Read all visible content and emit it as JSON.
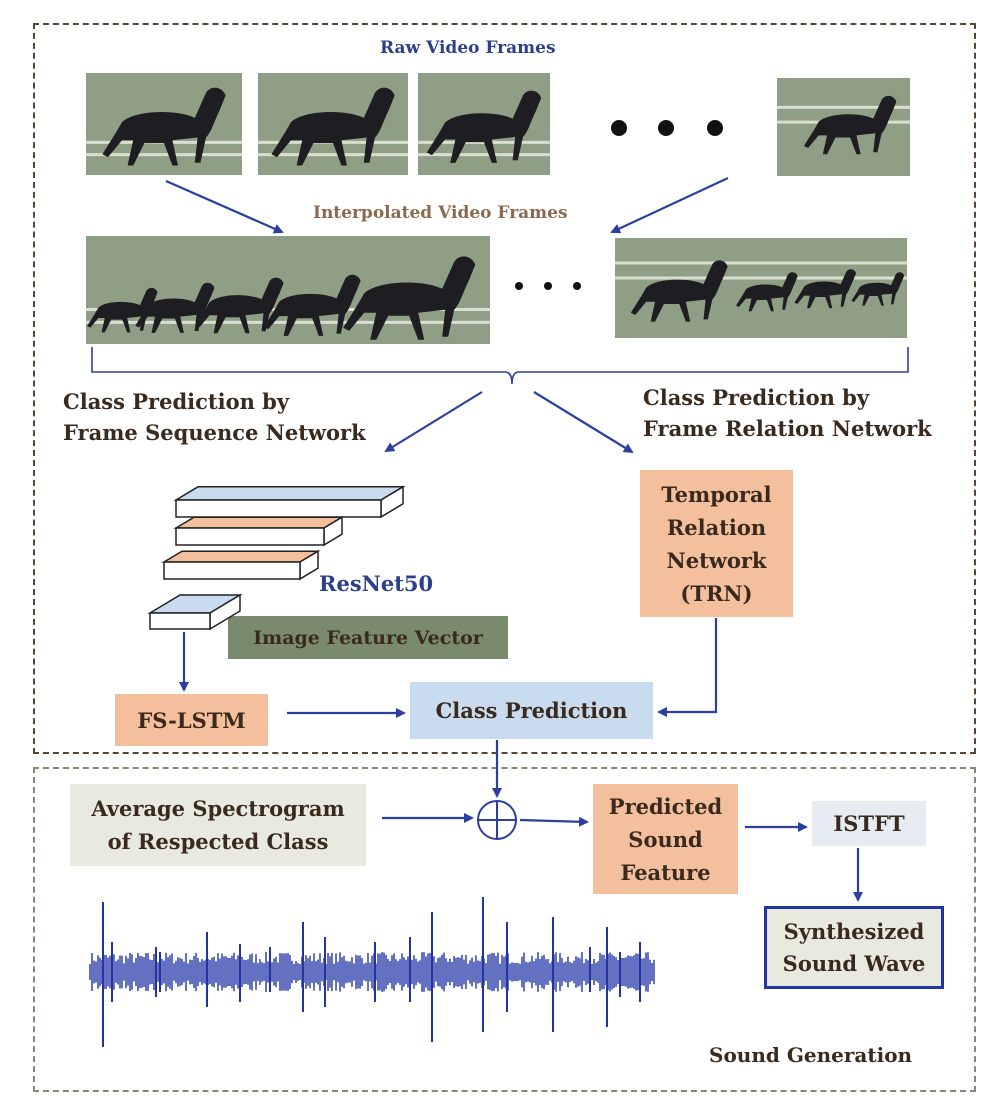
{
  "top_section": {
    "raw_frames_label": "Raw Video Frames",
    "interpolated_frames_label": "Interpolated Video Frames",
    "left_branch_label": [
      "Class Prediction by",
      "Frame Sequence Network"
    ],
    "right_branch_label": [
      "Class Prediction by",
      "Frame Relation Network"
    ],
    "resnet_label": "ResNet50",
    "feature_vector_label": "Image Feature Vector",
    "fslstm_label": "FS-LSTM",
    "trn_label": [
      "Temporal",
      "Relation",
      "Network",
      "(TRN)"
    ],
    "class_prediction_label": "Class Prediction"
  },
  "bottom_section": {
    "avg_spectrogram_label": [
      "Average Spectrogram",
      "of Respected Class"
    ],
    "predicted_feature_label": [
      "Predicted",
      "Sound",
      "Feature"
    ],
    "istft_label": "ISTFT",
    "synth_wave_label": [
      "Synthesized",
      "Sound Wave"
    ],
    "section_title": "Sound Generation"
  },
  "colors": {
    "arrow": "#2b3fa0",
    "peach": "#f4bf9d",
    "light_blue": "#c9dbee",
    "olive": "#7a8a6c",
    "beige": "#e8e9df",
    "frame_bg": "#8f9f85",
    "horse": "#1e1e22",
    "wave": "#2233a6",
    "title_blue": "#2c3f8a",
    "title_brown": "#8a6a4e"
  }
}
